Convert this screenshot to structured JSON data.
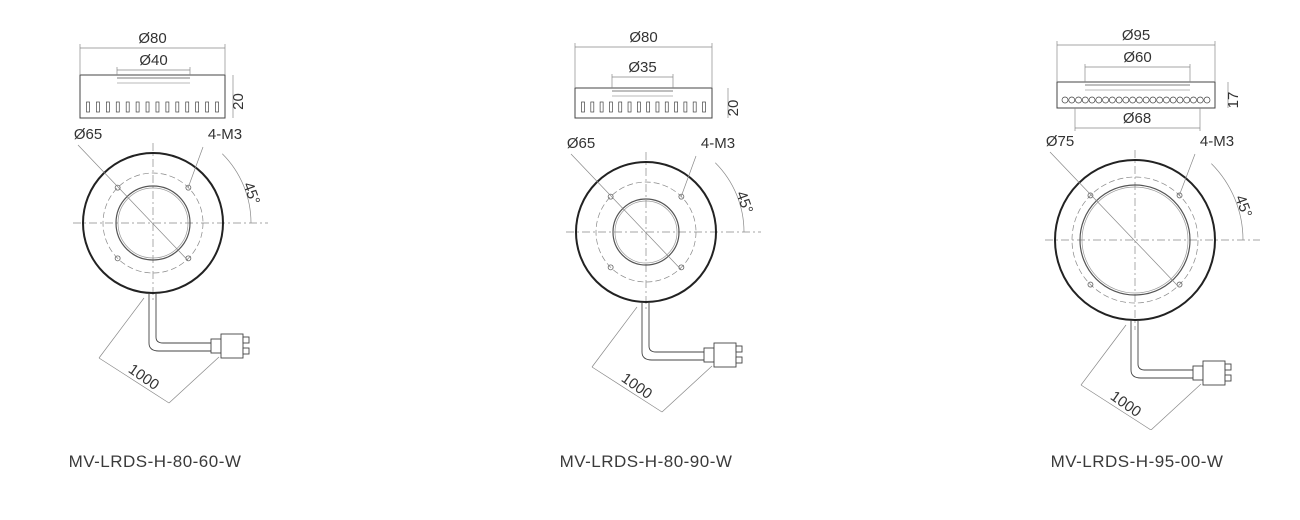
{
  "products": [
    {
      "model": "MV-LRDS-H-80-60-W",
      "outer_dia": "Ø80",
      "inner_dia": "Ø40",
      "height": "20",
      "mount_circle": "Ø65",
      "screws": "4-M3",
      "angle": "45°",
      "cable_length": "1000"
    },
    {
      "model": "MV-LRDS-H-80-90-W",
      "outer_dia": "Ø80",
      "inner_dia": "Ø35",
      "height": "20",
      "mount_circle": "Ø65",
      "screws": "4-M3",
      "angle": "45°",
      "cable_length": "1000"
    },
    {
      "model": "MV-LRDS-H-95-00-W",
      "outer_dia": "Ø95",
      "inner_dia": "Ø60",
      "bottom_dia": "Ø68",
      "height": "17",
      "mount_circle": "Ø75",
      "screws": "4-M3",
      "angle": "45°",
      "cable_length": "1000"
    }
  ]
}
